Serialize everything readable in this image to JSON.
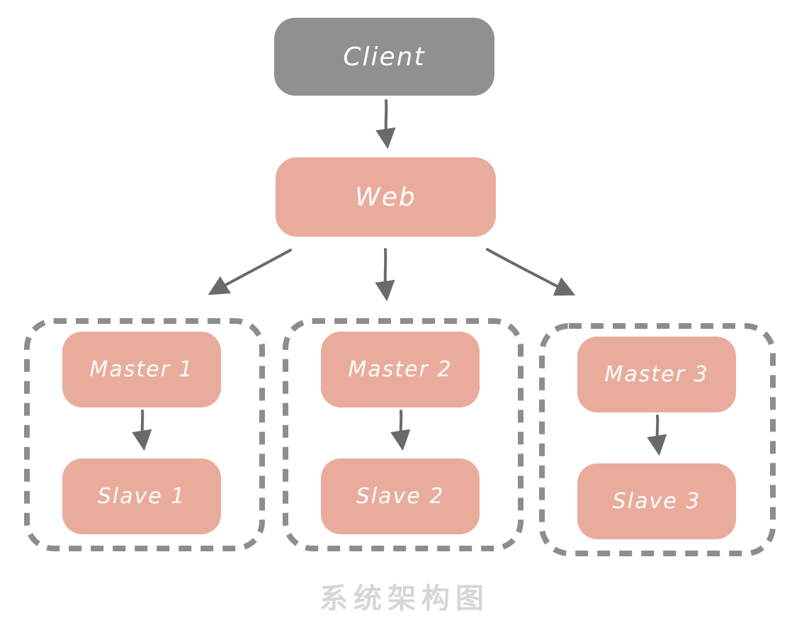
{
  "caption": "系统架构图",
  "nodes": {
    "client": {
      "label": "Client"
    },
    "web": {
      "label": "Web"
    }
  },
  "groups": [
    {
      "master": {
        "label": "Master 1"
      },
      "slave": {
        "label": "Slave 1"
      }
    },
    {
      "master": {
        "label": "Master 2"
      },
      "slave": {
        "label": "Slave 2"
      }
    },
    {
      "master": {
        "label": "Master 3"
      },
      "slave": {
        "label": "Slave 3"
      }
    }
  ],
  "edges": [
    {
      "from": "client",
      "to": "web"
    },
    {
      "from": "web",
      "to": "master-1"
    },
    {
      "from": "web",
      "to": "master-2"
    },
    {
      "from": "web",
      "to": "master-3"
    },
    {
      "from": "master-1",
      "to": "slave-1"
    },
    {
      "from": "master-2",
      "to": "slave-2"
    },
    {
      "from": "master-3",
      "to": "slave-3"
    }
  ],
  "colors": {
    "client_node": "#909090",
    "service_node": "#e9ac9c",
    "node_text": "#ffffff",
    "arrow": "#6a6a6a",
    "group_border": "#8d8d8d",
    "caption_text": "#d6d6d6",
    "background": "#ffffff"
  }
}
